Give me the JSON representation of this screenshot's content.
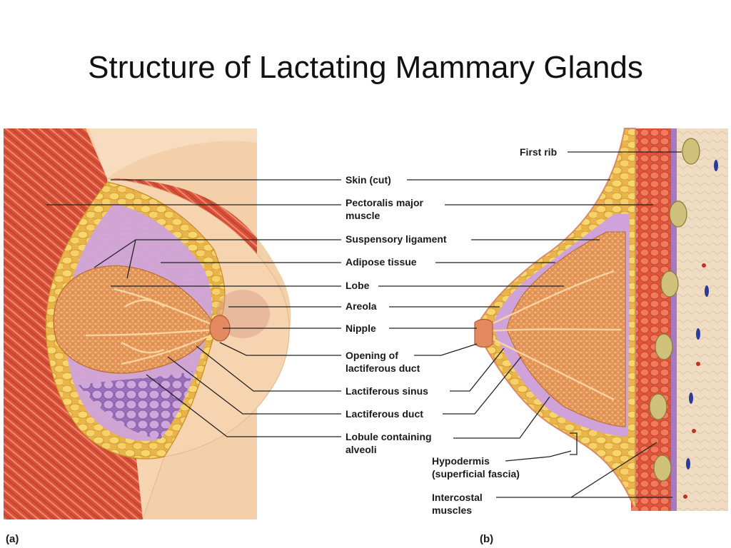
{
  "title": "Structure of Lactating Mammary Glands",
  "panels": {
    "a": "(a)",
    "b": "(b)"
  },
  "labels": {
    "first_rib": "First rib",
    "skin": "Skin (cut)",
    "pectoralis_1": "Pectoralis major",
    "pectoralis_2": "muscle",
    "suspensory": "Suspensory ligament",
    "adipose": "Adipose tissue",
    "lobe": "Lobe",
    "areola": "Areola",
    "nipple": "Nipple",
    "opening_1": "Opening of",
    "opening_2": "lactiferous duct",
    "sinus": "Lactiferous sinus",
    "duct": "Lactiferous duct",
    "lobule_1": "Lobule containing",
    "lobule_2": "alveoli",
    "hypodermis_1": "Hypodermis",
    "hypodermis_2": "(superficial fascia)",
    "intercostal_1": "Intercostal",
    "intercostal_2": "muscles"
  },
  "colors": {
    "muscle": "#d8503a",
    "muscle_light": "#ec8a68",
    "skin": "#f6d3ae",
    "fat": "#f2c35a",
    "gland": "#e7975a",
    "connective": "#c9a0d6",
    "background_tissue": "#eedcc4"
  }
}
